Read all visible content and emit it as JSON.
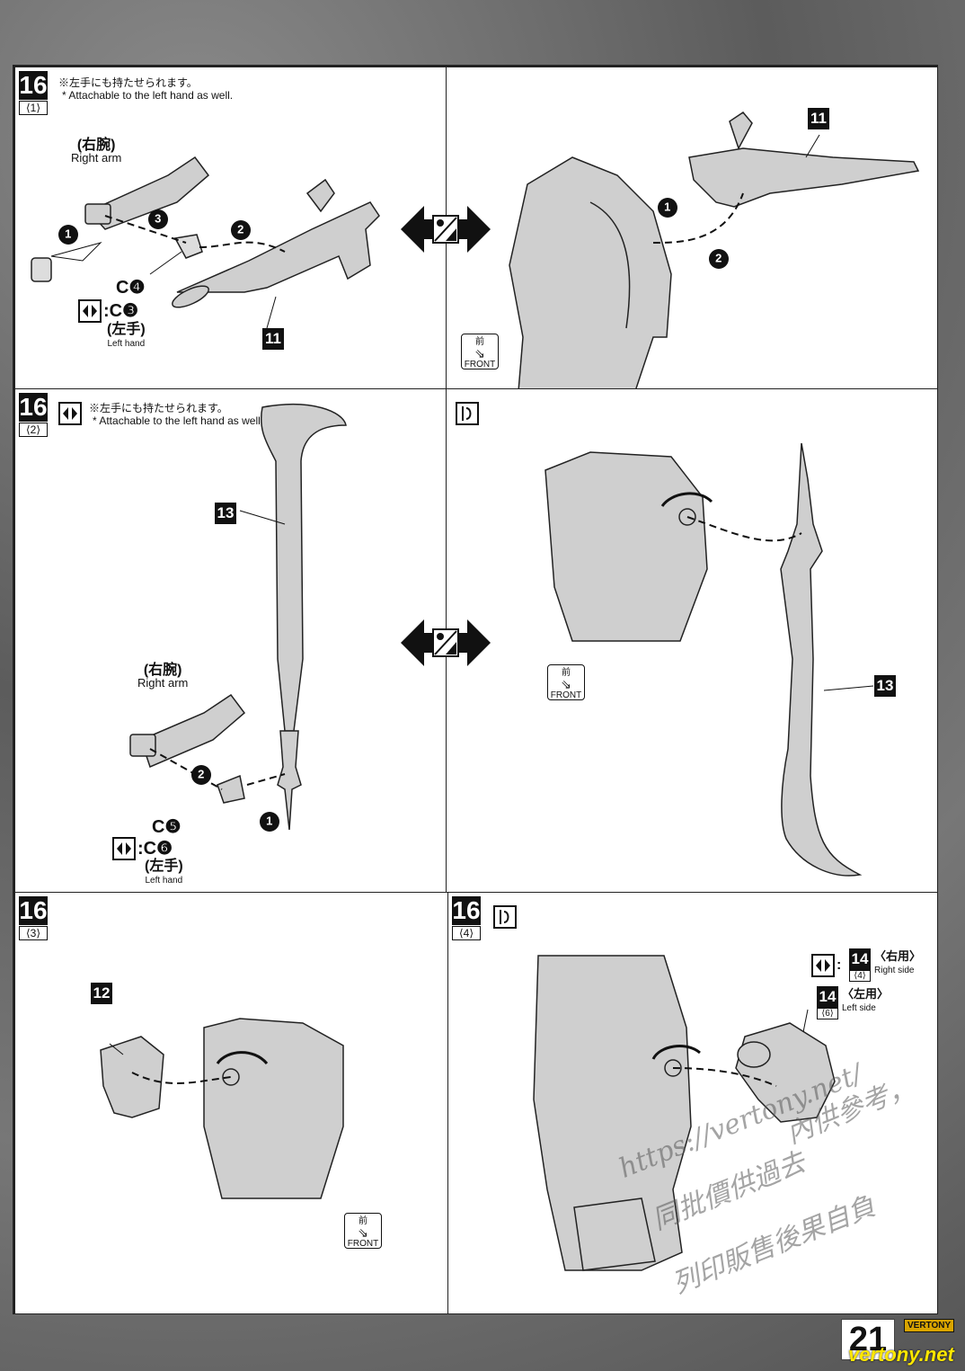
{
  "page_number": "21",
  "brand": "VERTONY",
  "watermark": {
    "site": "vertony.net",
    "url_text": "https://vertony.net/",
    "cn_line1": "內供參考，",
    "cn_line2": "同批價供過去",
    "cn_line3": "列印販售後果自負"
  },
  "panels": {
    "p1": {
      "step": "16",
      "sub": "⟨1⟩",
      "note_jp": "※左手にも持たせられます。",
      "note_en": "* Attachable to the left hand as well.",
      "arm_jp": "(右腕)",
      "arm_en": "Right arm",
      "part": "11",
      "code1": "C❹",
      "code2": ":C❸",
      "hand_jp": "(左手)",
      "hand_en": "Left hand",
      "b1": "1",
      "b2": "2",
      "b3": "3"
    },
    "p2": {
      "part": "11",
      "b1": "1",
      "b2": "2",
      "front_jp": "前",
      "front_en": "FRONT"
    },
    "p3": {
      "step": "16",
      "sub": "⟨2⟩",
      "note_jp": "※左手にも持たせられます。",
      "note_en": "* Attachable to the left hand as well.",
      "part": "13",
      "arm_jp": "(右腕)",
      "arm_en": "Right arm",
      "code1": "C❺",
      "code2": ":C❻",
      "hand_jp": "(左手)",
      "hand_en": "Left hand",
      "b1": "1",
      "b2": "2"
    },
    "p4": {
      "part": "13",
      "front_jp": "前",
      "front_en": "FRONT"
    },
    "p5": {
      "step": "16",
      "sub": "⟨3⟩",
      "part": "12",
      "front_jp": "前",
      "front_en": "FRONT"
    },
    "p6": {
      "step": "16",
      "sub": "⟨4⟩",
      "part_a": "14",
      "sub_a": "⟨4⟩",
      "side_a_jp": "〈右用〉",
      "side_a_en": "Right side",
      "part_b": "14",
      "sub_b": "⟨6⟩",
      "side_b_jp": "〈左用〉",
      "side_b_en": "Left side",
      "colon": ":"
    }
  }
}
